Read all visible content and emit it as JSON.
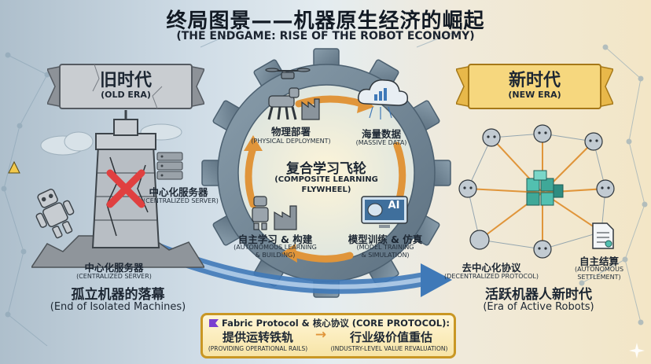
{
  "title": "终局图景——机器原生经济的崛起",
  "subtitle": "(THE ENDGAME: RISE OF THE ROBOT ECONOMY)",
  "old_era": {
    "title": "旧时代",
    "subtitle": "(OLD ERA)",
    "server_label": "中心化服务器",
    "server_label_en": "(CENTRALIZED SERVER)",
    "tower_label": "中心化服务器",
    "tower_label_en": "(CENTRALIZED SERVER)",
    "caption": "孤立机器的落幕",
    "caption_en": "(End of Isolated Machines)"
  },
  "flywheel": {
    "title": "复合学习飞轮",
    "subtitle_line1": "(COMPOSITE LEARNING",
    "subtitle_line2": "FLYWHEEL)",
    "steps": [
      {
        "label": "物理部署",
        "label_en": "(PHYSICAL DEPLOYMENT)"
      },
      {
        "label": "海量数据",
        "label_en": "(MASSIVE DATA)"
      },
      {
        "label": "模型训练 & 仿真",
        "label_en_line1": "(MODEL TRAINING",
        "label_en_line2": "& SIMULATION)"
      },
      {
        "label": "自主学习 & 构建",
        "label_en_line1": "(AUTONOMOUS LEARNING",
        "label_en_line2": "& BUILDING)"
      }
    ],
    "ai_chip": "AI"
  },
  "new_era": {
    "title": "新时代",
    "subtitle": "(NEW ERA)",
    "protocol_label": "去中心化协议",
    "protocol_label_en": "(DECENTRALIZED PROTOCOL)",
    "settlement_label": "自主结算",
    "settlement_label_en_line1": "(AUTONOMOUS",
    "settlement_label_en_line2": "SETTLEMENT)",
    "caption": "活跃机器人新时代",
    "caption_en": "(Era of Active Robots)"
  },
  "bottom": {
    "line1": "Fabric Protocol & 核心协议 (CORE PROTOCOL):",
    "left_cn": "提供运转铁轨",
    "left_en": "(PROVIDING OPERATIONAL RAILS)",
    "arrow": "→",
    "right_cn": "行业级价值重估",
    "right_en": "(INDUSTRY-LEVEL VALUE REVALUATION)"
  },
  "colors": {
    "gear": "#6f8594",
    "gear_dark": "#4c6070",
    "arrow_orange": "#e0953a",
    "arrow_blue": "#3f79b8",
    "gold": "#c99724",
    "cube": "#52c0b0",
    "cross": "#e04040"
  },
  "icons": [
    "warning-icon",
    "server-icon",
    "tower-icon",
    "robot-icon",
    "drone-icon",
    "robot-dog-icon",
    "factory-icon",
    "cloud-data-icon",
    "ai-chip-icon",
    "cube-network-icon",
    "document-icon",
    "fabric-logo-icon",
    "sparkle-icon"
  ]
}
